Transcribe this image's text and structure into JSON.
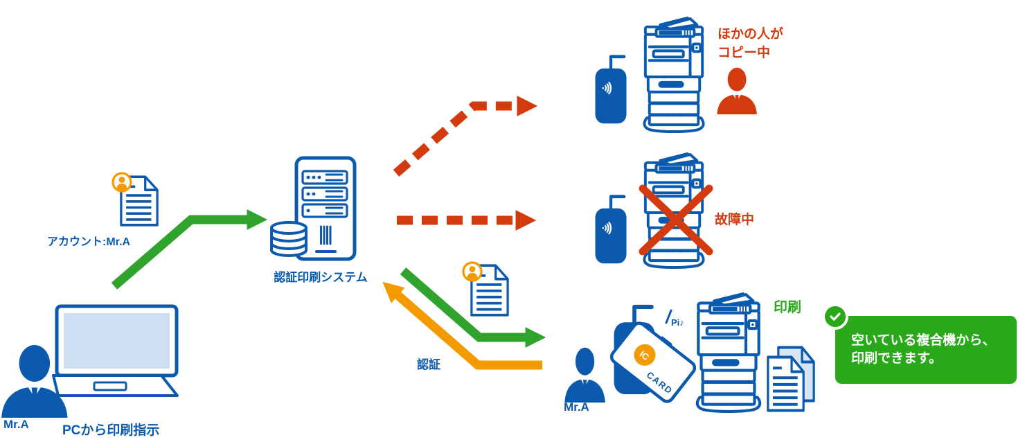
{
  "colors": {
    "blue": "#0B5AAD",
    "light_blue": "#CEDFF2",
    "arrow_green": "#2FA32C",
    "success_green": "#29A81A",
    "red": "#D33B0F",
    "orange": "#F39A00"
  },
  "pc_station": {
    "user_name": "Mr.A",
    "caption": "PCから印刷指示"
  },
  "print_job": {
    "account_label": "アカウント:Mr.A"
  },
  "server": {
    "label": "認証印刷システム"
  },
  "busy_printer": {
    "status_line1": "ほかの人が",
    "status_line2": "コピー中"
  },
  "broken_printer": {
    "status": "故障中"
  },
  "flow": {
    "auth_label": "認証",
    "print_label": "印刷",
    "beep": "Pi♪"
  },
  "free_station": {
    "user_name": "Mr.A"
  },
  "ic_card": {
    "chip_label": "IC",
    "card_label": "CARD"
  },
  "callout": {
    "line1": "空いている複合機から、",
    "line2": "印刷できます。"
  }
}
